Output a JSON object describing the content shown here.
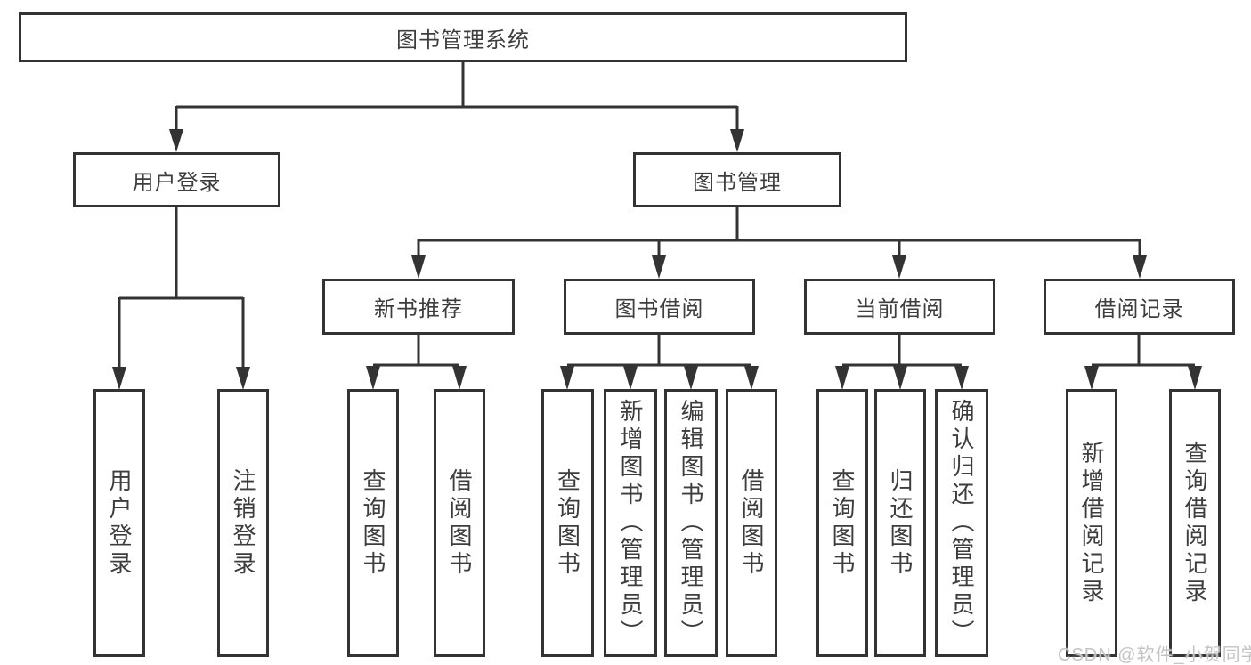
{
  "diagram_title": "图书管理系统",
  "nodes": {
    "root": "图书管理系统",
    "user_login": "用户登录",
    "book_mgmt": "图书管理",
    "new_book": "新书推荐",
    "book_borrow": "图书借阅",
    "current_borrow": "当前借阅",
    "borrow_record": "借阅记录",
    "leaf_user_login": "用户登录",
    "leaf_logout": "注销登录",
    "leaf_new_query": "查询图书",
    "leaf_new_borrow": "借阅图书",
    "leaf_bb_query": "查询图书",
    "leaf_bb_add": "新增图书（管理员）",
    "leaf_bb_edit": "编辑图书（管理员）",
    "leaf_bb_borrow": "借阅图书",
    "leaf_cur_query": "查询图书",
    "leaf_cur_return": "归还图书",
    "leaf_cur_confirm": "确认归还（管理员）",
    "leaf_rec_add": "新增借阅记录",
    "leaf_rec_query": "查询借阅记录"
  },
  "watermark": "CSDN @软件_小贺同学",
  "colors": {
    "line": "#333333",
    "text": "#3d3d3d",
    "background": "#ffffff",
    "watermark": "#c4c4c4"
  }
}
